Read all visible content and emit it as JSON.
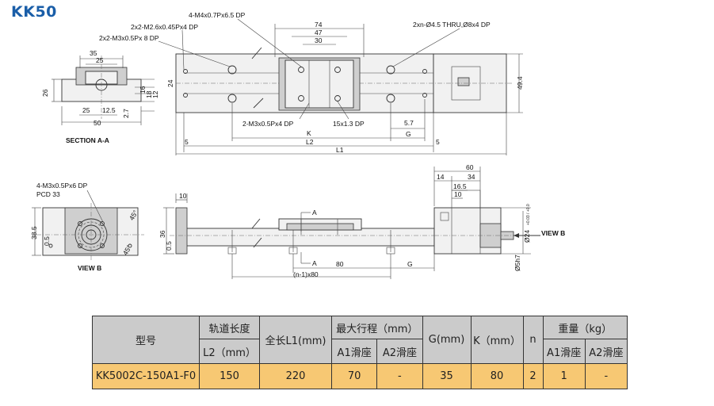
{
  "title": "KK50",
  "views": {
    "section_label": "SECTION A-A",
    "view_b_label": "VIEW B",
    "view_b_arrow_label": "VIEW B",
    "section_marker": "A"
  },
  "notes": {
    "m4_holes": "4-M4x0.7Px6.5 DP",
    "m26_holes": "2x2-M2.6x0.45Px4 DP",
    "m3_8dp": "2x2-M3x0.5Px 8 DP",
    "thru_holes": "2xn-Ø4.5 THRU,Ø8x4 DP",
    "m3_4dp": "2-M3x0.5Px4 DP",
    "slot": "15x1.3 DP",
    "m3_6dp": "4-M3x0.5Px6 DP",
    "pcd": "PCD 33",
    "pitch": "(n-1)x80",
    "shaft": "Ø5h7",
    "shaft_tol": "Ø24",
    "shaft_tol_sup": "+0.03 / +0.0"
  },
  "dims": {
    "sec_35": "35",
    "sec_25": "25",
    "sec_26": "26",
    "sec_24": "24",
    "sec_16": "16",
    "sec_18": "18",
    "sec_12": "12",
    "sec_25b": "25",
    "sec_125": "12.5",
    "sec_27": "2.7",
    "sec_50": "50",
    "top_74": "74",
    "top_47": "47",
    "top_30": "30",
    "top_494": "49.4",
    "top_57": "5.7",
    "top_g": "G",
    "top_k": "K",
    "top_l2": "L2",
    "top_l1": "L1",
    "top_5a": "5",
    "top_5b": "5",
    "vb_385": "38.5",
    "vb_05": "0.5",
    "vb_45a": "45°",
    "vb_45b": "45°",
    "fr_10": "10",
    "fr_36": "36",
    "fr_05": "0.5",
    "fr_80": "80",
    "fr_g": "G",
    "sd_60": "60",
    "sd_14": "14",
    "sd_34": "34",
    "sd_165": "16.5",
    "sd_10": "10"
  },
  "table": {
    "headers": {
      "model": "型号",
      "rail_length_top": "轨道长度",
      "rail_length_bottom": "L2（mm）",
      "total_length": "全长L1(mm)",
      "max_stroke": "最大行程（mm）",
      "stroke_a1": "A1滑座",
      "stroke_a2": "A2滑座",
      "g": "G(mm)",
      "k": "K（mm）",
      "n": "n",
      "weight": "重量（kg）",
      "weight_a1": "A1滑座",
      "weight_a2": "A2滑座"
    },
    "row": {
      "model": "KK5002C-150A1-F0",
      "l2": "150",
      "l1": "220",
      "stroke_a1": "70",
      "stroke_a2": "-",
      "g": "35",
      "k": "80",
      "n": "2",
      "weight_a1": "1",
      "weight_a2": "-"
    }
  }
}
